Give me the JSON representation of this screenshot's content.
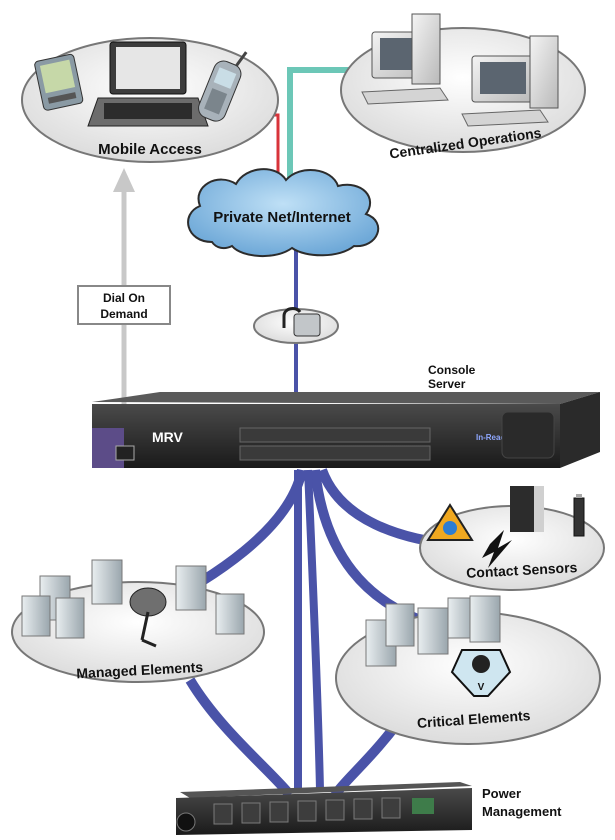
{
  "labels": {
    "mobile_access": "Mobile Access",
    "centralized_operations": "Centralized Operations",
    "private_net": "Private Net/Internet",
    "dial_on_demand_line1": "Dial On",
    "dial_on_demand_line2": "Demand",
    "console_server_line1": "Console",
    "console_server_line2": "Server",
    "contact_sensors": "Contact Sensors",
    "managed_elements": "Managed Elements",
    "critical_elements": "Critical Elements",
    "power_management_line1": "Power",
    "power_management_line2": "Management"
  },
  "device": {
    "brand": "MRV",
    "model_badge": "In-Reach"
  },
  "colors": {
    "cable_blue": "#4a53a8",
    "cloud_blue": "#7fb6e0",
    "cable_teal": "#6cc7b7",
    "cable_red": "#d8333a",
    "dial_arrow": "#c8c8c8",
    "ellipse_fill": "#f0f0f0"
  },
  "icons": {
    "mobile": [
      "pda-icon",
      "laptop-icon",
      "cellphone-icon"
    ],
    "operations": [
      "workstation-icon",
      "workstation-icon"
    ],
    "security": "padlock-icon",
    "sensors": [
      "water-warning-icon",
      "door-sensor-icon",
      "battery-icon",
      "lightning-icon"
    ],
    "managed": [
      "server-icon",
      "satellite-dish-icon"
    ],
    "critical": [
      "server-icon",
      "rack-unit-icon"
    ]
  }
}
